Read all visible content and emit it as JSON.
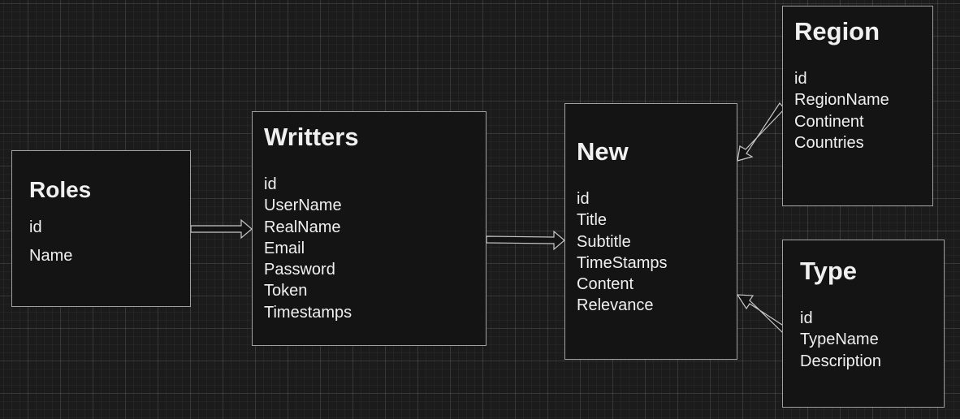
{
  "entities": {
    "roles": {
      "title": "Roles",
      "fields": [
        "id",
        "Name"
      ]
    },
    "writters": {
      "title": "Writters",
      "fields": [
        "id",
        "UserName",
        "RealName",
        "Email",
        "Password",
        "Token",
        "Timestamps"
      ]
    },
    "new": {
      "title": "New",
      "fields": [
        "id",
        "Title",
        "Subtitle",
        "TimeStamps",
        "Content",
        "Relevance"
      ]
    },
    "region": {
      "title": "Region",
      "fields": [
        "id",
        "RegionName",
        "Continent",
        "Countries"
      ]
    },
    "type": {
      "title": "Type",
      "fields": [
        "id",
        "TypeName",
        "Description"
      ]
    }
  },
  "relations": [
    {
      "from": "Roles",
      "to": "Writters"
    },
    {
      "from": "Writters",
      "to": "New"
    },
    {
      "from": "Region",
      "to": "New"
    },
    {
      "from": "Type",
      "to": "New"
    }
  ],
  "colors": {
    "background": "#1b1b1b",
    "box_fill": "#141414",
    "box_border": "#a0a0a0",
    "text": "#f0f0f0",
    "arrow": "#c8c8c8"
  }
}
